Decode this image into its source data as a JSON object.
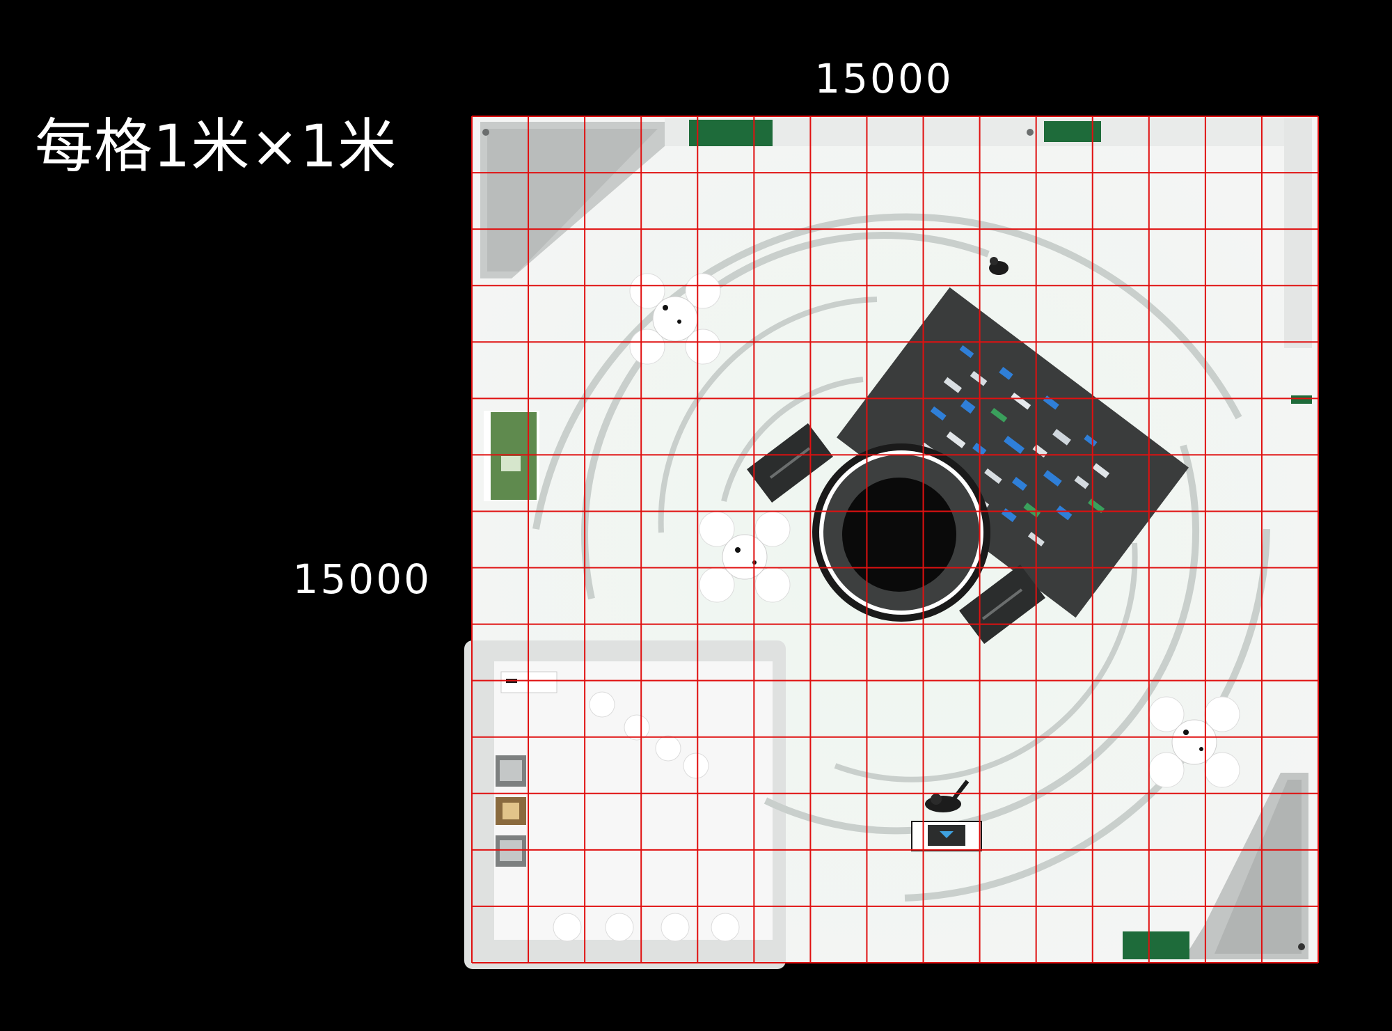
{
  "labels": {
    "scale_note": "每格1米×1米",
    "width_dimension": "15000",
    "height_dimension": "15000"
  },
  "grid": {
    "columns": 15,
    "rows": 15,
    "cell_meters": 1,
    "line_color": "#e01010"
  },
  "colors": {
    "background": "#000000",
    "floor": "#f1f3f2",
    "accent_green": "#1e6b3a",
    "table_dark": "#3a3c3c",
    "screen_blue": "#2f7fd8",
    "center_black": "#0a0a0a",
    "ring_gray": "#c9cfcc"
  },
  "icons": {
    "bench": "green-bench-icon",
    "table_set": "round-table-with-chairs-icon",
    "center": "circular-core-icon",
    "display": "digital-sand-table-icon",
    "person": "person-icon",
    "kiosk": "reception-kiosk-icon"
  }
}
